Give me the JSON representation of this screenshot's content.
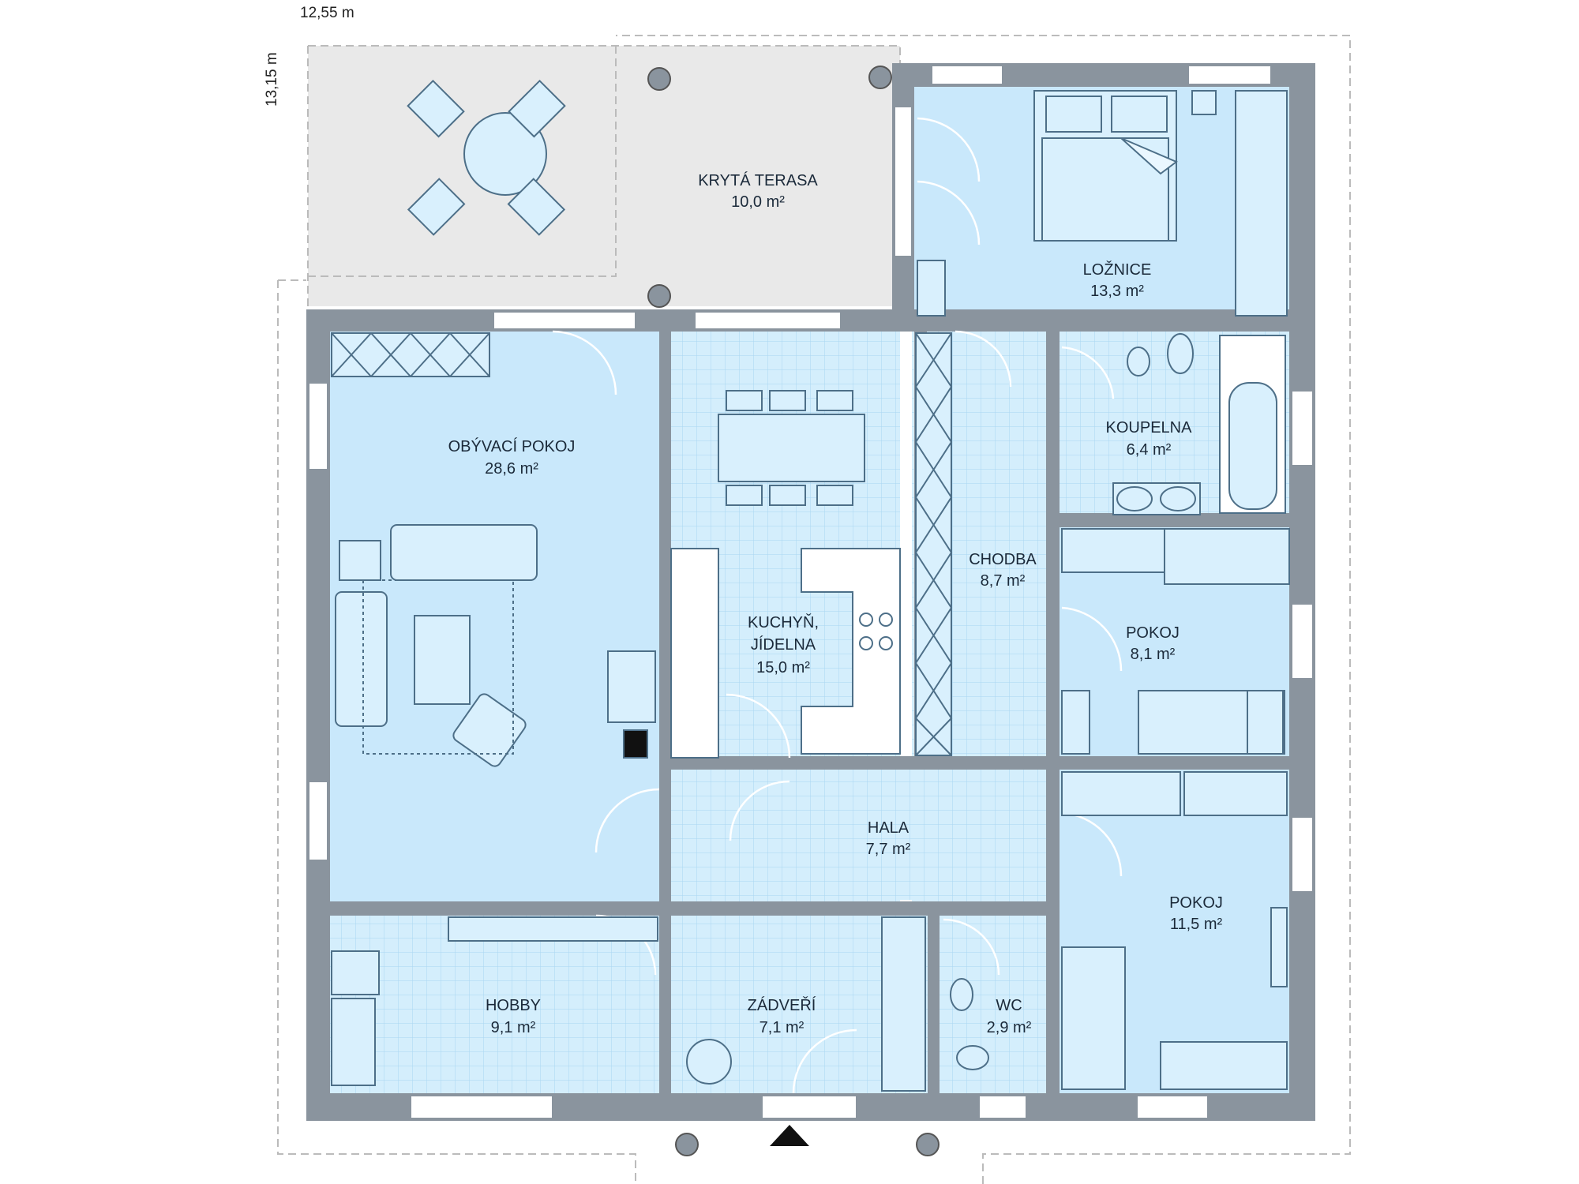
{
  "dimensions": {
    "width": "12,55 m",
    "height": "13,15 m"
  },
  "rooms": [
    {
      "id": "terrace",
      "name": "KRYTÁ TERASA",
      "area": "10,0 m²"
    },
    {
      "id": "bedroom",
      "name": "LOŽNICE",
      "area": "13,3 m²"
    },
    {
      "id": "living",
      "name": "OBÝVACÍ POKOJ",
      "area": "28,6 m²"
    },
    {
      "id": "bathroom",
      "name": "KOUPELNA",
      "area": "6,4 m²"
    },
    {
      "id": "corridor",
      "name": "CHODBA",
      "area": "8,7 m²"
    },
    {
      "id": "kitchen",
      "name_lines": [
        "KUCHYŇ,",
        "JÍDELNA"
      ],
      "area": "15,0 m²"
    },
    {
      "id": "room1",
      "name": "POKOJ",
      "area": "8,1 m²"
    },
    {
      "id": "hall",
      "name": "HALA",
      "area": "7,7 m²"
    },
    {
      "id": "room2",
      "name": "POKOJ",
      "area": "11,5 m²"
    },
    {
      "id": "hobby",
      "name": "HOBBY",
      "area": "9,1 m²"
    },
    {
      "id": "entrance",
      "name": "ZÁDVEŘÍ",
      "area": "7,1 m²"
    },
    {
      "id": "wc",
      "name": "WC",
      "area": "2,9 m²"
    }
  ],
  "colors": {
    "wall": "#8a949e",
    "floor": "#c9e8fb",
    "tile_floor": "#d4eefc",
    "grid": "#a9d6f2",
    "terrace": "#e9e9e9",
    "furniture_stroke": "#4d6f88",
    "furniture_fill": "#d9f0fd",
    "window": "#ffffff",
    "outline_dash": "#bbbbbb",
    "entrance_arrow": "#111111"
  }
}
